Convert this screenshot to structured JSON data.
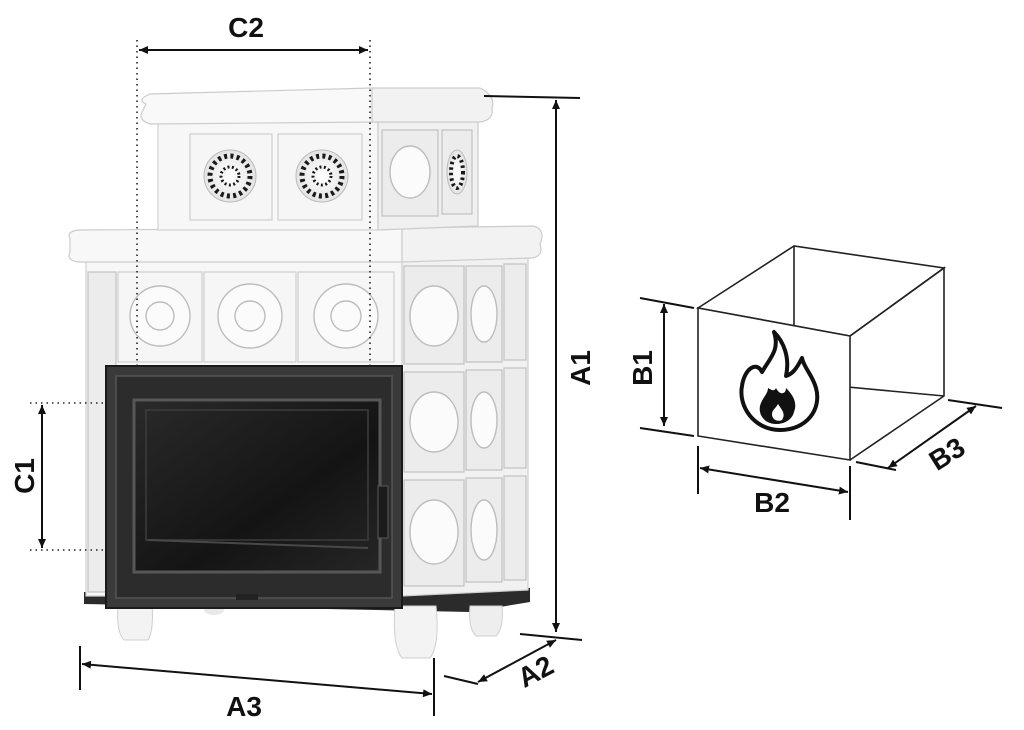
{
  "labels": {
    "a1": "A1",
    "a2": "A2",
    "a3": "A3",
    "b1": "B1",
    "b2": "B2",
    "b3": "B3",
    "c1": "C1",
    "c2": "C2"
  },
  "icons": {
    "flame": "flame-icon"
  },
  "colors": {
    "ink": "#111111",
    "tile": "#f6f6f6",
    "door": "#3a3a3a",
    "glass": "#1e1e1e"
  }
}
